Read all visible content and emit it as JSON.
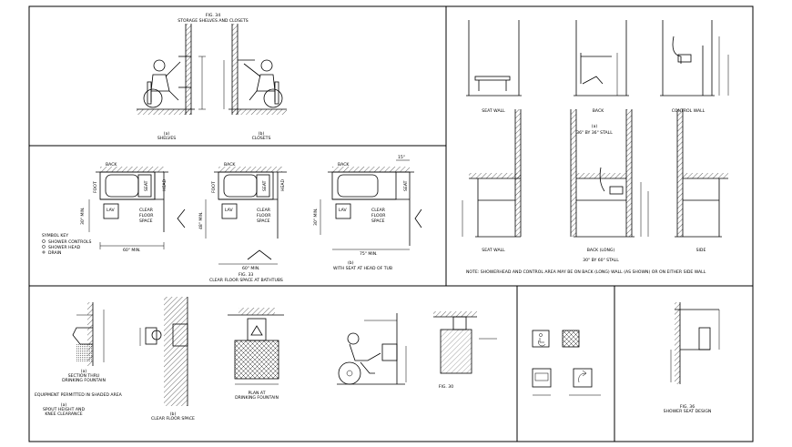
{
  "sheet": {
    "top_left": {
      "fig_title": "FIG. 34",
      "fig_sub": "STORAGE SHELVES AND CLOSETS",
      "caption_a_letter": "(a)",
      "caption_a": "SHELVES",
      "caption_b_letter": "(b)",
      "caption_b": "CLOSETS"
    },
    "tubs": {
      "back": "BACK",
      "foot": "FOOT",
      "head": "HEAD",
      "seat": "SEAT",
      "clear_floor_space": [
        "CLEAR",
        "FLOOR",
        "SPACE"
      ],
      "lav": "LAV",
      "dim_60_min": "60\" MIN.",
      "dim_75_min": "75\" MIN.",
      "dim_30_min": "30\" MIN.",
      "dim_48_min": "48\" MIN.",
      "dim_15": "15\"",
      "fig_title": "FIG. 33",
      "fig_sub": "CLEAR FLOOR SPACE AT BATHTUBS",
      "caption_b": "(b)",
      "caption_b_text": "WITH SEAT AT HEAD OF TUB",
      "symbol_key": [
        "SYMBOL KEY",
        "SHOWER CONTROLS",
        "SHOWER HEAD",
        "DRAIN"
      ]
    },
    "showers": {
      "seat_wall": "SEAT WALL",
      "back": "BACK",
      "control_wall": "CONTROL WALL",
      "stall_36_letter": "(a)",
      "stall_36": "36\" BY 36\" STALL",
      "seat_wall_2": "SEAT WALL",
      "back_long": "BACK (LONG)",
      "side": "SIDE",
      "stall_30_60": "30\" BY 60\" STALL",
      "note": "NOTE: SHOWERHEAD AND CONTROL AREA MAY BE ON BACK (LONG) WALL (AS SHOWN) OR ON EITHER SIDE WALL"
    },
    "fountain": {
      "section_letter": "(a)",
      "section_line1": "SECTION THRU",
      "section_line2": "DRINKING FOUNTAIN",
      "equipment_note": "EQUIPMENT PERMITTED IN SHADED AREA",
      "spout_letter": "(a)",
      "spout_line1": "SPOUT HEIGHT AND",
      "spout_line2": "KNEE CLEARANCE",
      "clear_letter": "(b)",
      "clear_text": "CLEAR FLOOR SPACE",
      "plan_line1": "PLAN AT",
      "plan_line2": "DRINKING FOUNTAIN",
      "fig_30": "FIG. 30"
    },
    "seat_design": {
      "fig_title": "FIG. 36",
      "fig_sub": "SHOWER SEAT DESIGN"
    }
  },
  "colors": {
    "line": "#000000",
    "background": "#ffffff"
  }
}
